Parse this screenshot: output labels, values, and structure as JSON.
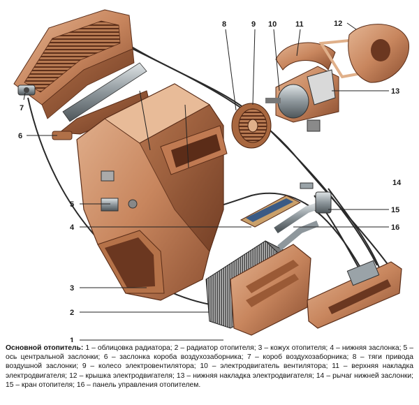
{
  "labels": {
    "l1": "1",
    "l2": "2",
    "l3": "3",
    "l4": "4",
    "l5": "5",
    "l6": "6",
    "l7": "7",
    "l8": "8",
    "l9": "9",
    "l10": "10",
    "l11": "11",
    "l12": "12",
    "l13": "13",
    "l14": "14",
    "l15": "15",
    "l16": "16"
  },
  "caption": {
    "title": "Основной отопитель:",
    "body": "1 – облицовка радиатора; 2 – радиатор отопителя; 3 – кожух отопителя; 4 – нижняя заслонка; 5 – ось центральной заслонки; 6 – заслонка короба воздухозаборника; 7 – короб воздухозаборника; 8 – тяги привода воздушной заслонки; 9 – колесо электровентилятора; 10 – электродвигатель вентилятора; 11 – верхняя накладка электродвигателя; 12 – крышка электродвигателя; 13 – нижняя накладка электродвигателя; 14 – рычаг нижней заслонки; 15 – кран отопителя; 16 – панель управления отопителем."
  },
  "colors": {
    "housing": "#c8865e",
    "housing_dark": "#8a4e30",
    "housing_light": "#e2b08c",
    "metal": "#9aa3a8",
    "radiator": "#5a5a5a",
    "panel": "#c98a62"
  }
}
